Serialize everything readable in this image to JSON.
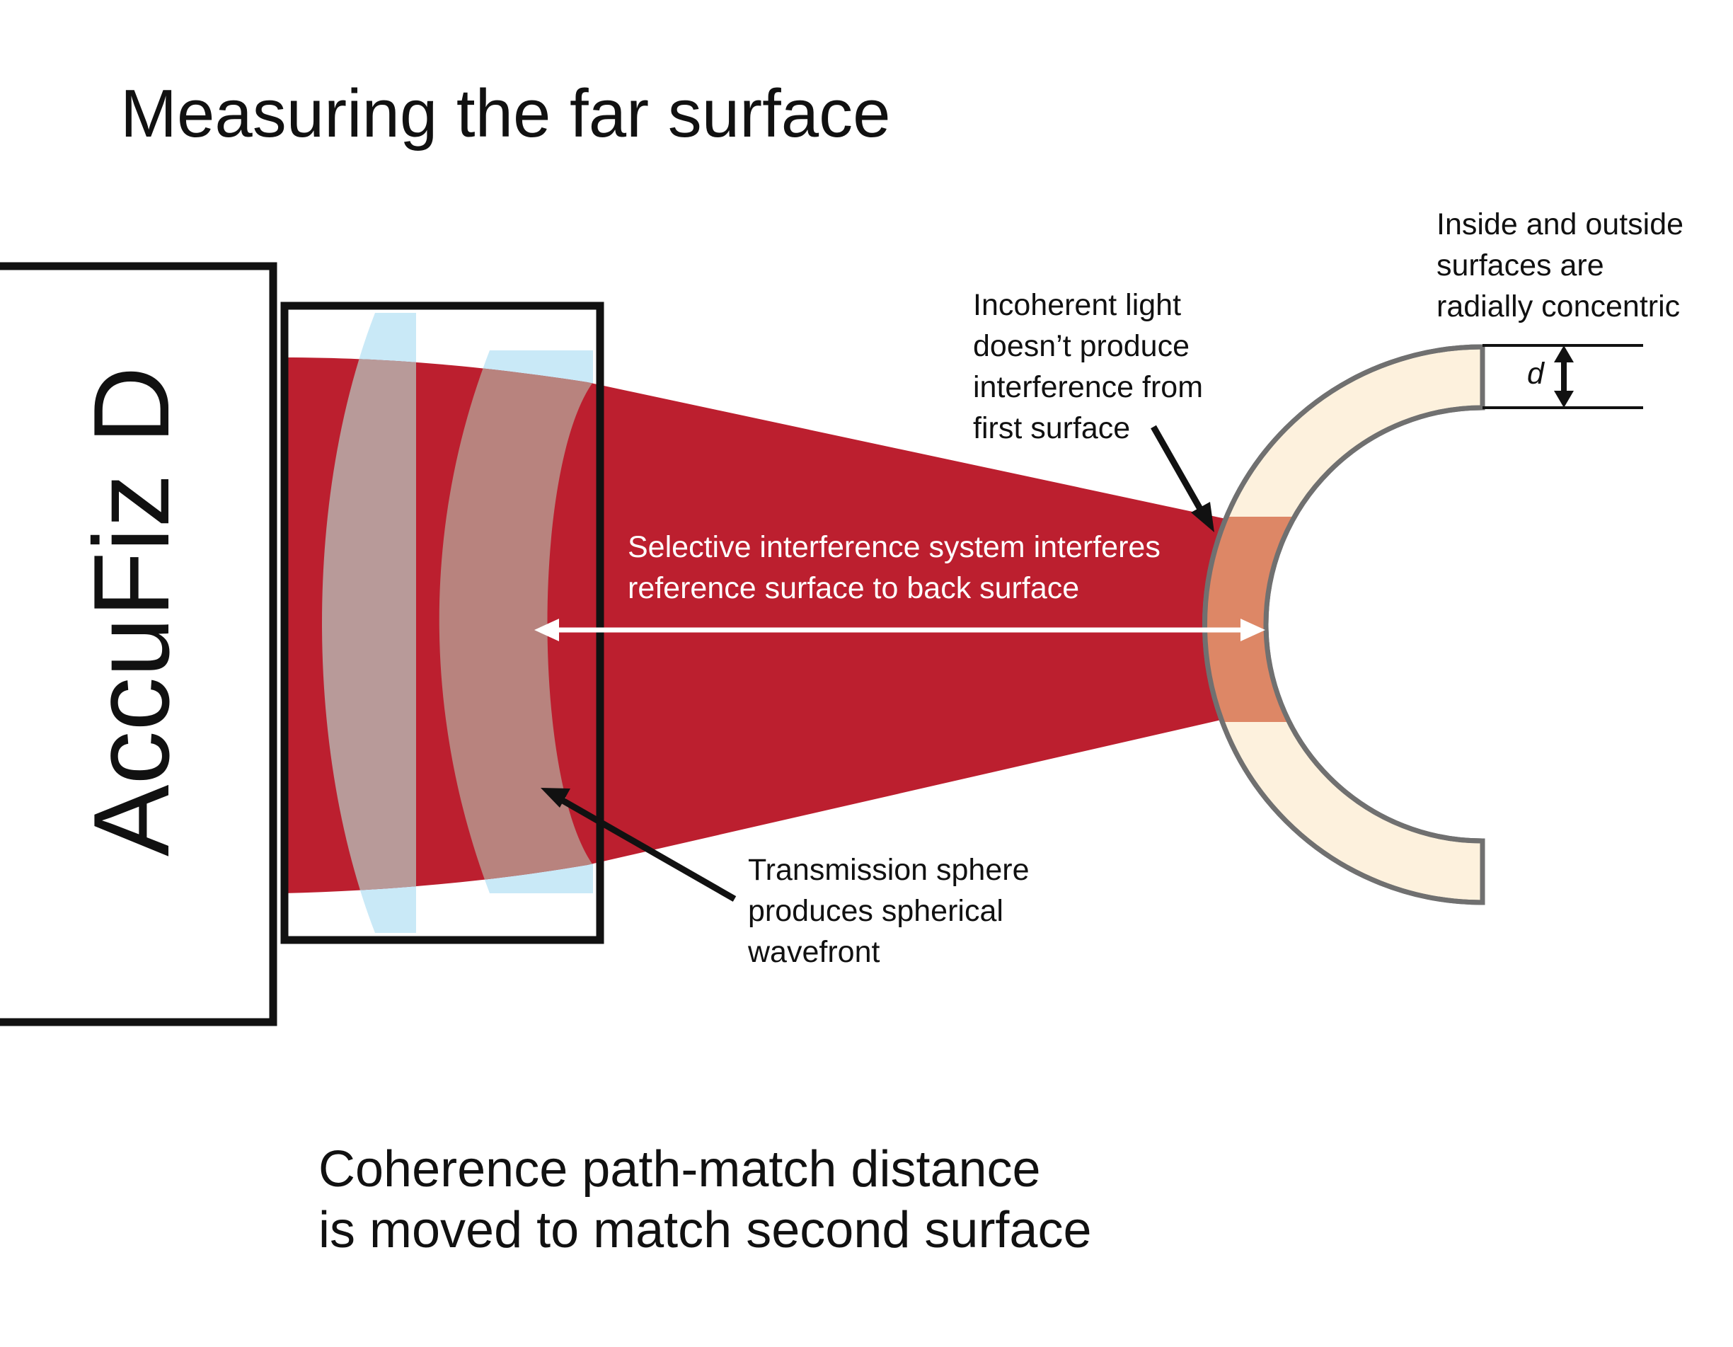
{
  "title": "Measuring the far surface",
  "device": {
    "label": "AccuFiz D"
  },
  "annotations": {
    "incoherent_light": [
      "Incoherent light",
      "doesn’t produce",
      "interference from",
      "first surface"
    ],
    "concentric": [
      "Inside and outside",
      "surfaces are",
      "radially concentric"
    ],
    "selective_interference": [
      "Selective interference system interferes",
      "reference surface to back surface"
    ],
    "transmission_sphere": [
      "Transmission sphere",
      "produces spherical",
      "wavefront"
    ],
    "thickness_symbol": "d"
  },
  "footer": {
    "lines": [
      "Coherence path-match distance",
      "is moved to match second surface"
    ]
  },
  "colors": {
    "beam": "#bc1f2f",
    "lens_glass": "#c9e9f7",
    "lens_in_beam": "#b89a99",
    "lens_in_beam_2": "#b8837e",
    "shell_fill": "#fdf1dd",
    "shell_stroke": "#707070",
    "shell_highlight": "#dd8766",
    "outline": "#111111",
    "arrow_white": "#ffffff"
  },
  "icons": {
    "double_arrow": "horizontal-double-arrow",
    "pointer_arrow": "black-pointer-arrow",
    "dimension_arrow": "vertical-dimension-arrow"
  }
}
